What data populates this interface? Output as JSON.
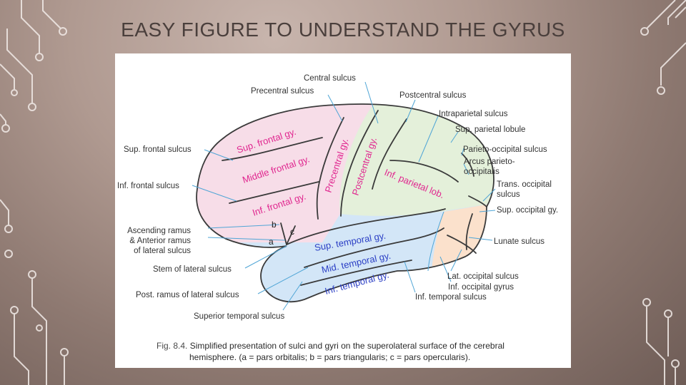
{
  "slide": {
    "title": "EASY FIGURE TO UNDERSTAND THE GYRUS"
  },
  "colors": {
    "frontal": "#f7dde8",
    "parietal": "#e4f0da",
    "temporal": "#d3e6f7",
    "occipital": "#fbe1cc",
    "outline": "#3a3a3a",
    "pointer": "#4fa5d6",
    "gyrus_label_frontal": "#e0268f",
    "gyrus_label_temporal": "#2b3fc5"
  },
  "labels": {
    "central_sulcus": "Central sulcus",
    "precentral_sulcus": "Precentral sulcus",
    "postcentral_sulcus": "Postcentral sulcus",
    "intraparietal_sulcus": "Intraparietal sulcus",
    "sup_parietal_lobule": "Sup. parietal lobule",
    "parieto_occipital_sulcus": "Parieto-occipital sulcus",
    "arcus_1": "Arcus parieto-",
    "arcus_2": "occipitalis",
    "trans_occipital_1": "Trans. occipital",
    "trans_occipital_2": "sulcus",
    "sup_occipital_gyrus": "Sup. occipital gy.",
    "lunate_sulcus": "Lunate sulcus",
    "lat_occipital_sulcus": "Lat. occipital sulcus",
    "inf_occipital_gyrus": "Inf. occipital gyrus",
    "inf_temporal_sulcus": "Inf. temporal sulcus",
    "sup_frontal_sulcus": "Sup. frontal sulcus",
    "inf_frontal_sulcus": "Inf. frontal sulcus",
    "ascending_1": "Ascending ramus",
    "ascending_2": "& Anterior ramus",
    "ascending_3": "of lateral sulcus",
    "stem_lateral": "Stem of lateral sulcus",
    "post_ramus": "Post. ramus of lateral sulcus",
    "sup_temporal_sulcus": "Superior temporal sulcus"
  },
  "gyri": {
    "sup_frontal": "Sup. frontal gy.",
    "middle_frontal": "Middle frontal gy.",
    "inf_frontal": "Inf. frontal gy.",
    "precentral": "Precentral gy.",
    "postcentral": "Postcentral gy.",
    "inf_parietal": "Inf. parietal lob.",
    "sup_temporal": "Sup. temporal gy.",
    "mid_temporal": "Mid. temporal gy.",
    "inf_temporal": "Inf. temporal gy."
  },
  "letters": {
    "a": "a",
    "b": "b",
    "c": "c"
  },
  "caption": {
    "fig_number": "Fig. 8.4.",
    "line1": " Simplified presentation of sulci and gyri on the superolateral surface of the cerebral",
    "line2": "hemisphere. (a = pars orbitalis; b = pars triangularis; c = pars opercularis)."
  }
}
